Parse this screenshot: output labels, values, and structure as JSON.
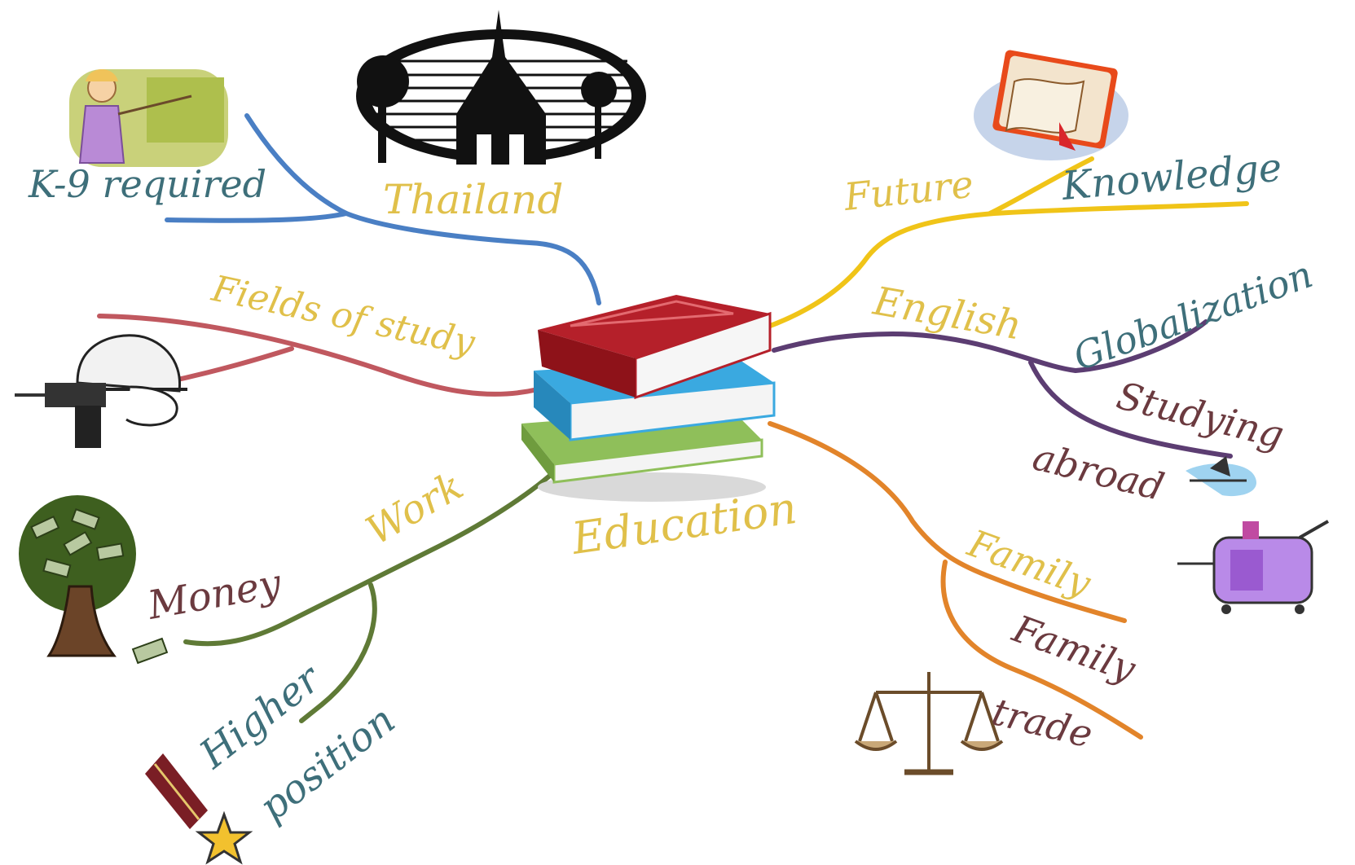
{
  "center": {
    "label": "Education"
  },
  "branches": {
    "thailand": {
      "label": "Thailand",
      "color": "#e0c04a"
    },
    "k9": {
      "label": "K-9 required",
      "color": "#3e6f7a"
    },
    "fields": {
      "label": "Fields of study",
      "color": "#e0c04a"
    },
    "work": {
      "label": "Work",
      "color": "#e0c04a"
    },
    "money": {
      "label": "Money",
      "color": "#6b3a3f"
    },
    "higher": {
      "line1": "Higher",
      "line2": "position",
      "color": "#3e6f7a"
    },
    "future": {
      "label": "Future",
      "color": "#e0c04a"
    },
    "knowledge": {
      "label": "Knowledge",
      "color": "#3e6f7a"
    },
    "english": {
      "label": "English",
      "color": "#e0c04a"
    },
    "globalization": {
      "label": "Globalization",
      "color": "#3e6f7a"
    },
    "studying": {
      "line1": "Studying",
      "line2": "abroad",
      "color": "#6b3a3f"
    },
    "family": {
      "label": "Family",
      "color": "#e0c04a"
    },
    "family_trade": {
      "line1": "Family",
      "line2": "trade",
      "color": "#6b3a3f"
    }
  },
  "colors": {
    "blue_branch": "#4a7fc4",
    "red_branch": "#c0585f",
    "green_branch": "#5f7a36",
    "yellow_branch": "#f0c418",
    "purple_branch": "#5c3d72",
    "orange_branch": "#e2842a"
  },
  "icons": [
    "teacher-icon",
    "temple-icon",
    "scrolls-icon",
    "helmet-drill-icon",
    "money-tree-icon",
    "medal-icon",
    "airplane-luggage-icon",
    "scales-icon",
    "books-stack-icon"
  ]
}
